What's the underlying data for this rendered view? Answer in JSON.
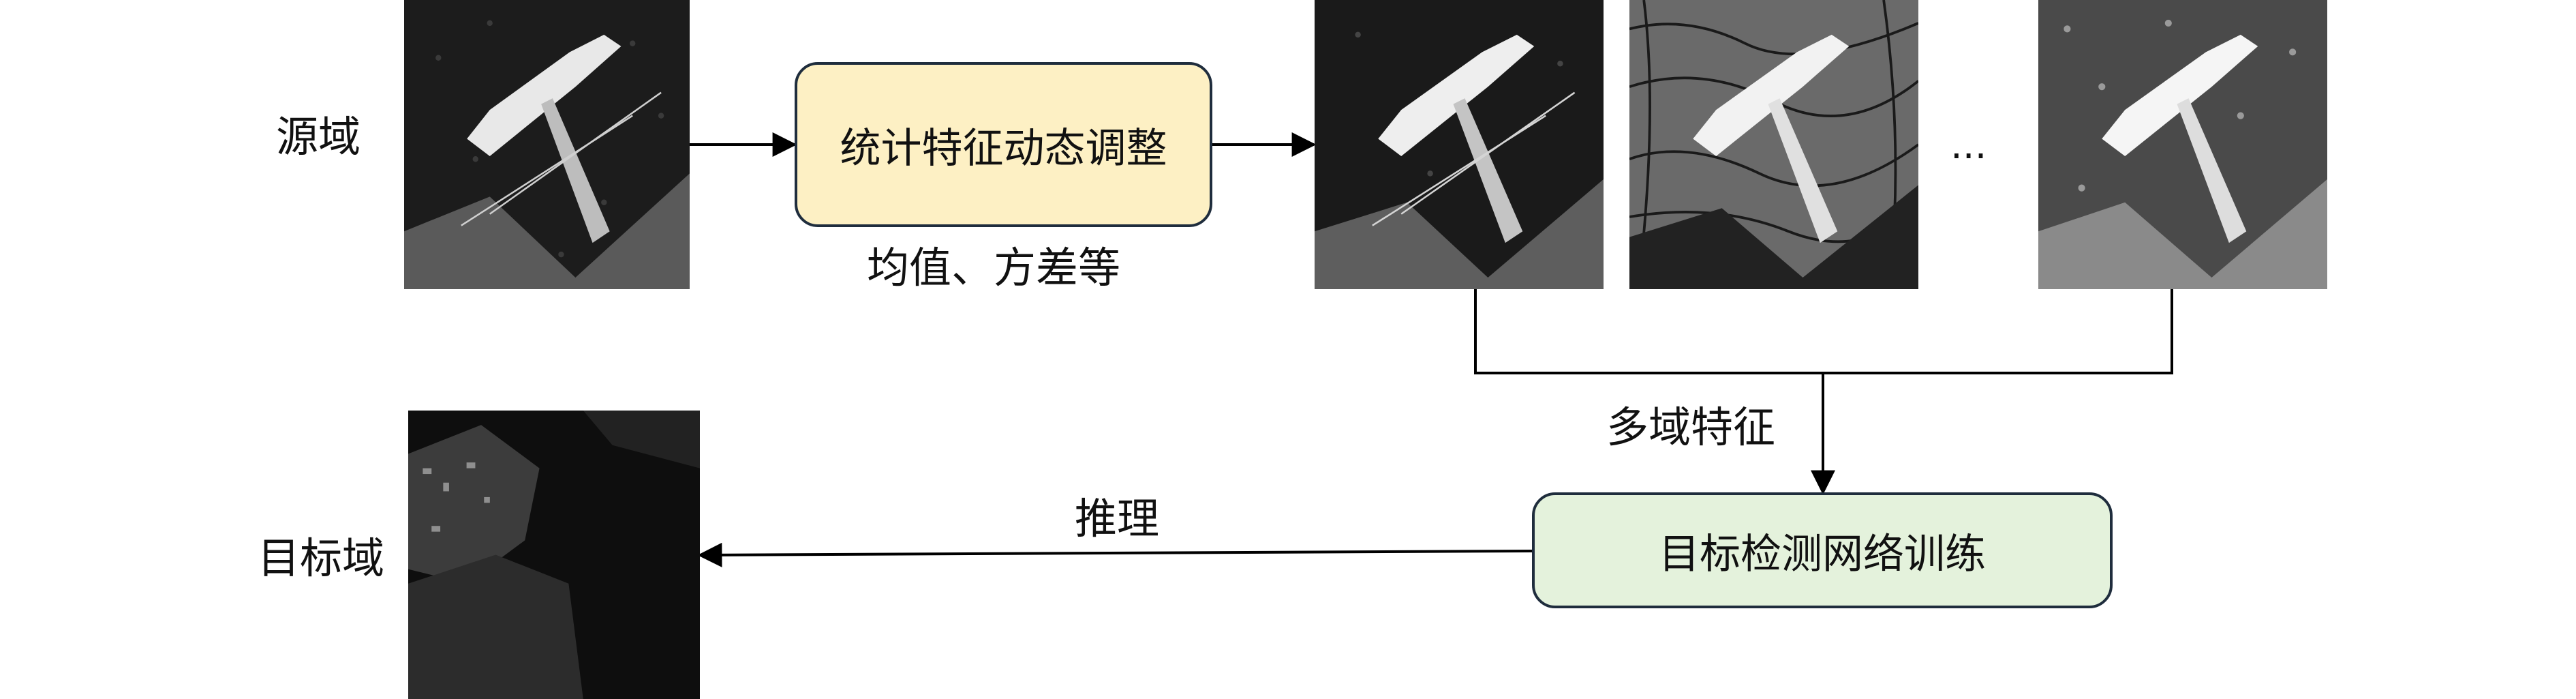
{
  "labels": {
    "source_domain": "源域",
    "target_domain": "目标域",
    "stats_caption": "均值、方差等",
    "multi_domain_features": "多域特征",
    "inference": "推理",
    "ellipsis": "..."
  },
  "boxes": {
    "stat_adjust": "统计特征动态调整",
    "detect_train": "目标检测网络训练"
  },
  "colors": {
    "stat_box_fill": "#fdf0c4",
    "train_box_fill": "#e4f2dc",
    "box_border": "#1f2d3d",
    "arrow": "#000000"
  },
  "images": {
    "source": "sar-ship-source-icon",
    "variant_1": "sar-ship-variant-icon",
    "variant_2": "sar-ship-edge-variant-icon",
    "variant_n": "sar-ship-noisy-variant-icon",
    "target": "sar-port-target-icon"
  }
}
